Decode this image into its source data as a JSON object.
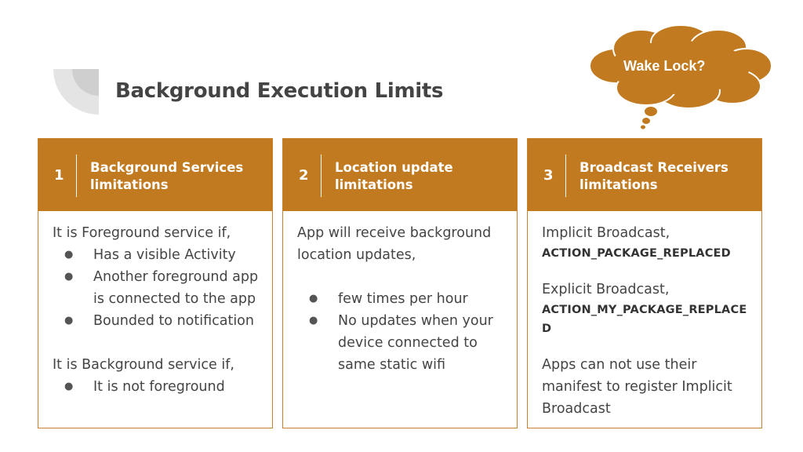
{
  "slide": {
    "title": "Background Execution Limits",
    "callout": "Wake Lock?"
  },
  "colors": {
    "accent": "#c17a1f",
    "border": "#c7802b",
    "cloud": "#c17a1f",
    "deco": "#d8d8d8"
  },
  "cards": [
    {
      "number": "1",
      "title": "Background Services limitations",
      "intro1": "It is Foreground service if,",
      "bullets1": [
        "Has a visible Activity",
        "Another foreground app is connected to the app",
        "Bounded to notification"
      ],
      "intro2": "It is Background service if,",
      "bullets2": [
        "It is not foreground"
      ]
    },
    {
      "number": "2",
      "title": "Location update limitations",
      "intro": "App will receive background location updates,",
      "bullets": [
        "few times per hour",
        "No updates when your device connected to same static wifi"
      ]
    },
    {
      "number": "3",
      "title": "Broadcast Receivers limitations",
      "implicit_label": "Implicit Broadcast,",
      "implicit_code": "ACTION_PACKAGE_REPLACED",
      "explicit_label": "Explicit Broadcast,",
      "explicit_code": "ACTION_MY_PACKAGE_REPLACED",
      "note": "Apps can not use their manifest to register Implicit Broadcast"
    }
  ]
}
